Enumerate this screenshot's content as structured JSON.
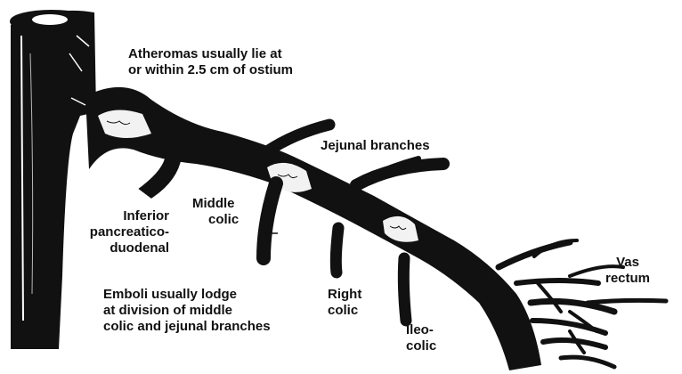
{
  "labels": {
    "atheromas": [
      "Atheromas usually lie at",
      "or within 2.5 cm of ostium"
    ],
    "jejunal": "Jejunal branches",
    "inferior": [
      "Inferior",
      "pancreatico-",
      "duodenal"
    ],
    "middle_colic": [
      "Middle",
      "colic"
    ],
    "emboli": [
      "Emboli usually lodge",
      "at division of middle",
      "colic and jejunal branches"
    ],
    "right_colic": [
      "Right",
      "colic"
    ],
    "ileocolic": [
      "Ileo-",
      "colic"
    ],
    "vas_rectum": [
      "Vas",
      "rectum"
    ]
  },
  "colors": {
    "ink": "#111111",
    "paper": "#ffffff",
    "plaque": "#f2f2f2"
  }
}
